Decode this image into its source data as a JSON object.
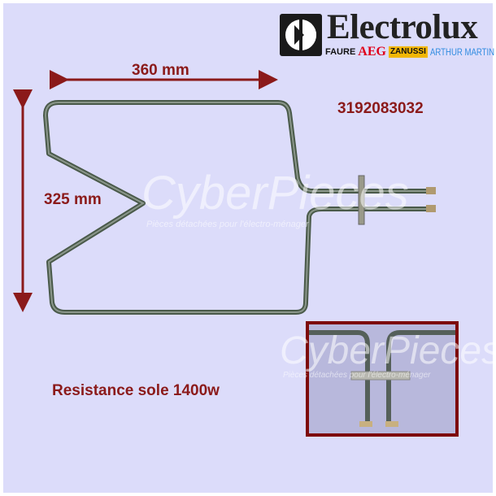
{
  "brand": {
    "name": "Electrolux",
    "sub_brands": [
      "FAURE",
      "AEG",
      "ZANUSSI",
      "ARTHUR MARTIN"
    ],
    "colors": {
      "faure": "#111111",
      "aeg": "#e0001a",
      "zanussi_bg": "#f2b705",
      "arthur_martin": "#2f8be0"
    }
  },
  "dimensions": {
    "width": "360 mm",
    "height": "325 mm"
  },
  "part_number": "3192083032",
  "product_name": "Resistance sole 1400w",
  "watermark": {
    "title": "CyberPieces",
    "subtitle": "Pièces détachées pour l'électro-ménager"
  },
  "colors": {
    "background": "#dcdcfa",
    "accent": "#8b1a1a",
    "inset_border": "#7d0a0a"
  }
}
